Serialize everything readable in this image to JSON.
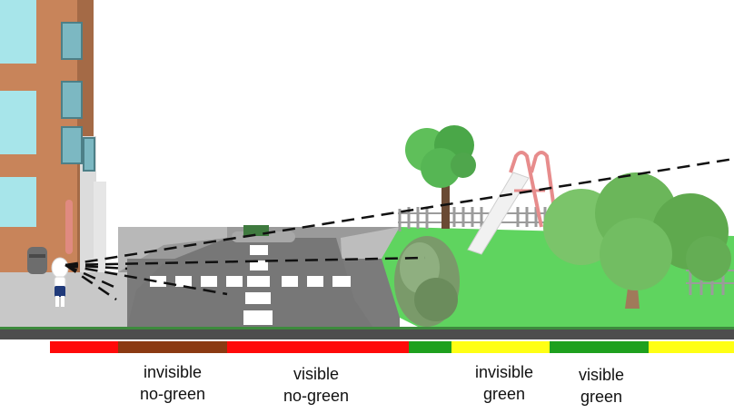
{
  "colors": {
    "red": "#ff0a0a",
    "brown": "#8b3a12",
    "dark_green": "#1ea01e",
    "yellow": "#ffff14",
    "grass": "#5fd45f",
    "road": "#8a8a8a"
  },
  "segments": [
    {
      "color": "red"
    },
    {
      "color": "brown"
    },
    {
      "color": "red"
    },
    {
      "color": "dark_green"
    },
    {
      "color": "yellow"
    },
    {
      "color": "dark_green"
    },
    {
      "color": "yellow"
    }
  ],
  "labels": {
    "invisible_no_green": {
      "line1": "invisible",
      "line2": "no-green"
    },
    "visible_no_green": {
      "line1": "visible",
      "line2": "no-green"
    },
    "invisible_green": {
      "line1": "invisible",
      "line2": "green"
    },
    "visible_green": {
      "line1": "visible",
      "line2": "green"
    }
  },
  "icons": [
    "building-icon",
    "observer-figure-icon",
    "mailbox-icon",
    "tree-icon",
    "slide-icon",
    "hedge-icon",
    "fence-icon"
  ]
}
